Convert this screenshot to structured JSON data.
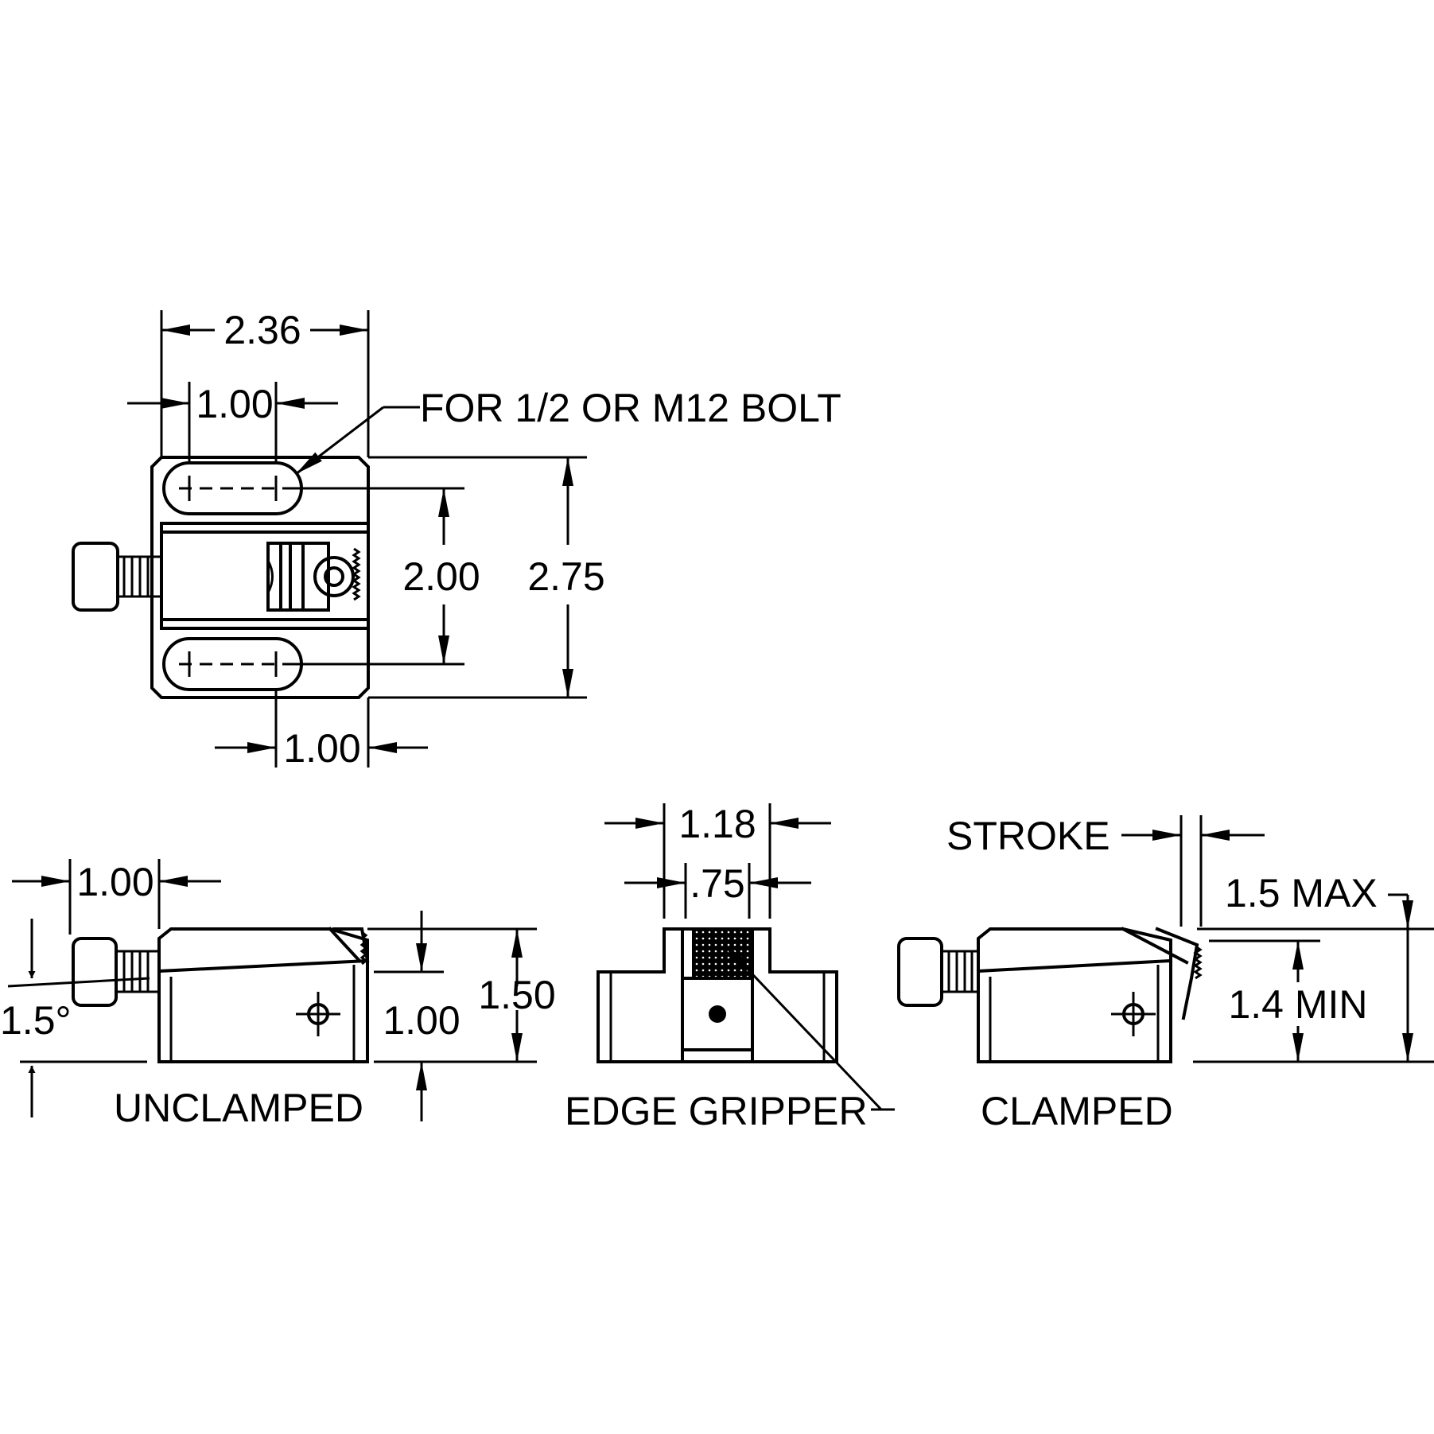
{
  "colors": {
    "ink": "#000000",
    "background": "#ffffff"
  },
  "top_view": {
    "dim_overall_width": "2.36",
    "dim_slot_spacing_top": "1.00",
    "dim_slot_spacing_bottom": "1.00",
    "dim_slot_pitch": "2.00",
    "dim_overall_height": "2.75",
    "bolt_note": "FOR 1/2 OR M12 BOLT"
  },
  "unclamped_view": {
    "caption": "UNCLAMPED",
    "dim_screw_offset": "1.00",
    "dim_angle": "1.5°",
    "dim_height": "1.00",
    "dim_total_height": "1.50"
  },
  "edge_gripper_view": {
    "caption": "EDGE GRIPPER",
    "dim_outer_width": "1.18",
    "dim_inner_width": ".75"
  },
  "clamped_view": {
    "caption": "CLAMPED",
    "stroke_label": "STROKE",
    "dim_max": "1.5 MAX",
    "dim_min": "1.4 MIN"
  }
}
